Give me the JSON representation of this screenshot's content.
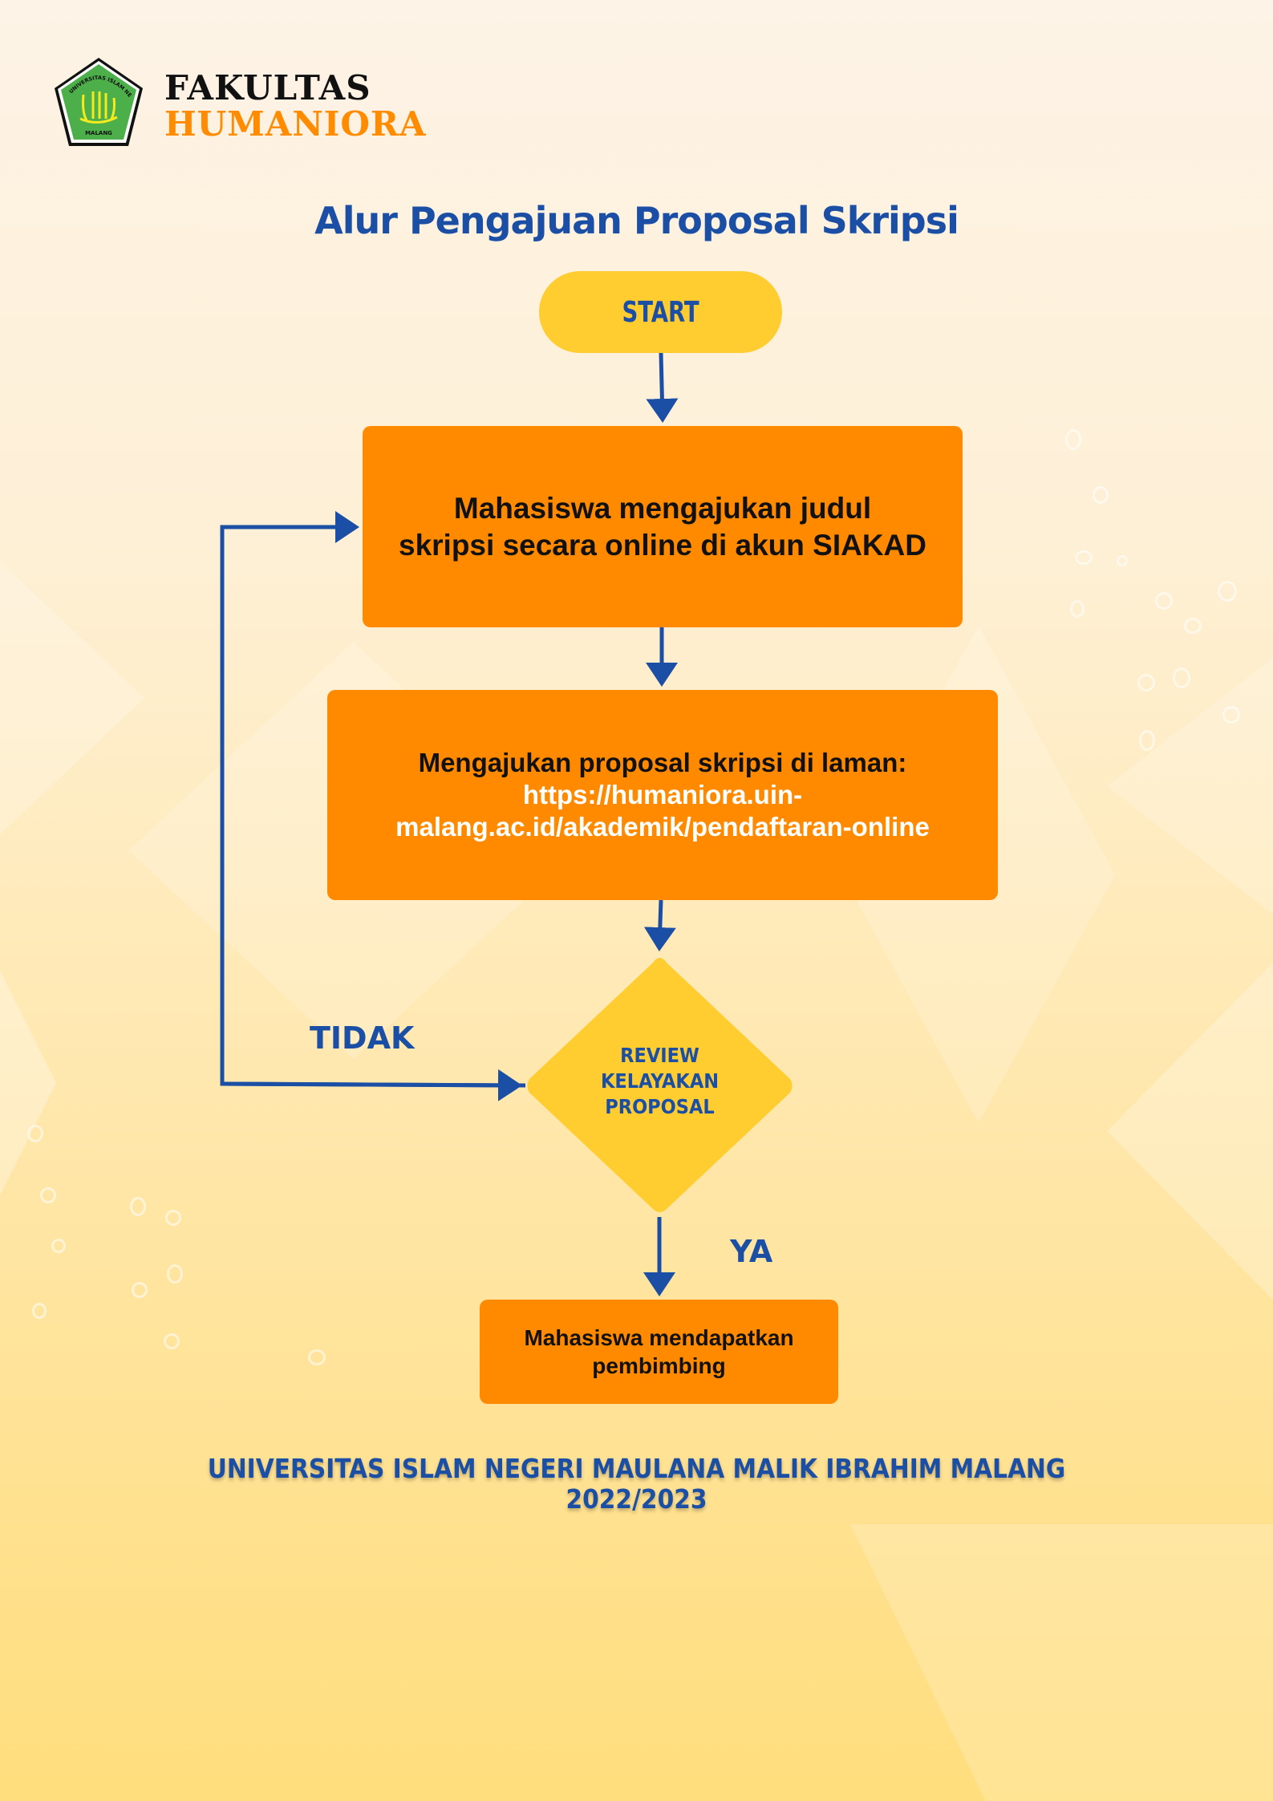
{
  "header": {
    "logo_alt": "UIN Maulana Malik Ibrahim Malang logo",
    "logo_ring_text": "UNIVERSITAS ISLAM NEGERI MAULANA MALIK IBRAHIM",
    "logo_bottom_text": "MALANG",
    "faculty_line1": "FAKULTAS",
    "faculty_line2": "HUMANIORA"
  },
  "title": "Alur Pengajuan Proposal Skripsi",
  "flow": {
    "start": "START",
    "step1": [
      "Mahasiswa mengajukan judul",
      "skripsi secara online di akun SIAKAD"
    ],
    "step2": {
      "text": "Mengajukan proposal skripsi di laman:",
      "url_line1": "https://humaniora.uin-",
      "url_line2": "malang.ac.id/akademik/pendaftaran-online"
    },
    "decision": [
      "REVIEW",
      "KELAYAKAN",
      "PROPOSAL"
    ],
    "no_label": "TIDAK",
    "yes_label": "YA",
    "end": [
      "Mahasiswa mendapatkan",
      "pembimbing"
    ]
  },
  "footer": {
    "line1": "UNIVERSITAS ISLAM NEGERI MAULANA MALIK IBRAHIM MALANG",
    "line2": "2022/2023"
  },
  "colors": {
    "primary_blue": "#1b4fa6",
    "process_orange": "#ff8a00",
    "terminal_yellow": "#ffcd30",
    "brand_orange": "#ff8c00"
  }
}
